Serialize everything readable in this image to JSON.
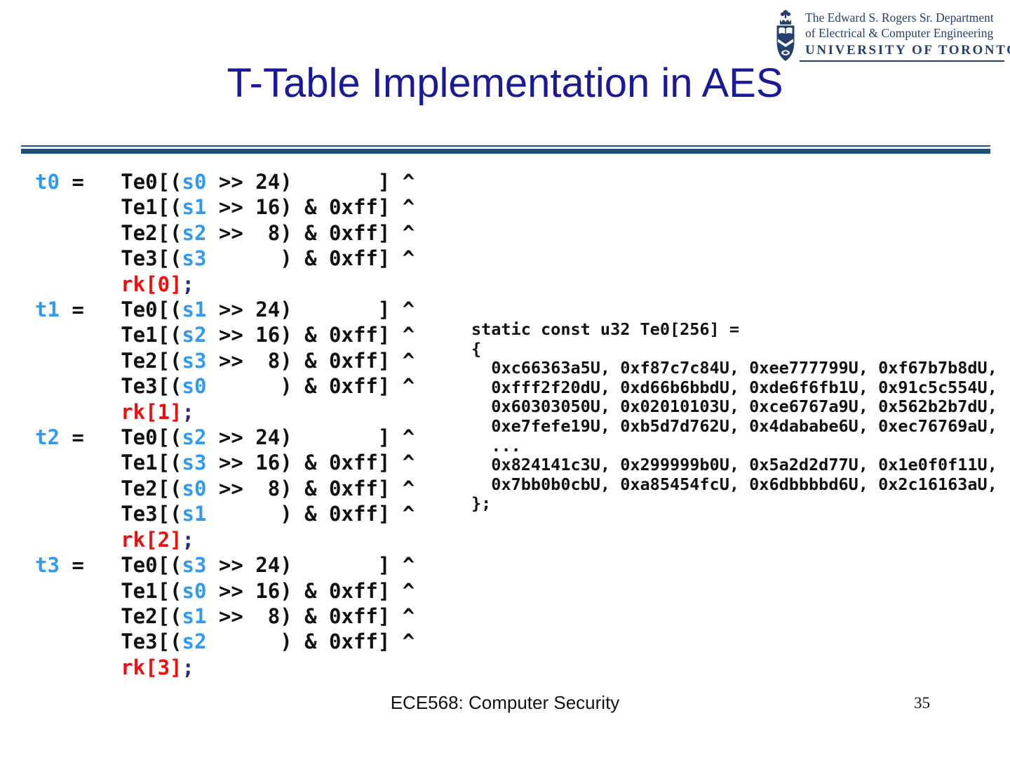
{
  "header": {
    "title": "T-Table Implementation in AES",
    "logo": {
      "dept_line1": "The Edward S. Rogers Sr. Department",
      "dept_line2": "of Electrical & Computer Engineering",
      "university": "UNIVERSITY OF TORONTO",
      "crest_icon": "uoft-coat-of-arms"
    }
  },
  "footer": {
    "course": "ECE568: Computer Security",
    "page_number": "35"
  },
  "colors": {
    "title_navy": "#1a1a99",
    "rule_navy": "#1f4e79",
    "logo_navy": "#26406e",
    "code_black": "#111111",
    "code_blue": "#2f9af0",
    "code_red": "#f10c0c",
    "code_semicolon": "#2a2a7e"
  },
  "code_left": {
    "lines": [
      [
        {
          "t": "t0",
          "c": "b"
        },
        {
          "t": " =   Te0[(",
          "c": "k"
        },
        {
          "t": "s0",
          "c": "b"
        },
        {
          "t": " >> 24)       ] ^",
          "c": "k"
        }
      ],
      [
        {
          "t": "       Te1[(",
          "c": "k"
        },
        {
          "t": "s1",
          "c": "b"
        },
        {
          "t": " >> 16) & 0xff] ^",
          "c": "k"
        }
      ],
      [
        {
          "t": "       Te2[(",
          "c": "k"
        },
        {
          "t": "s2",
          "c": "b"
        },
        {
          "t": " >>  8) & 0xff] ^",
          "c": "k"
        }
      ],
      [
        {
          "t": "       Te3[(",
          "c": "k"
        },
        {
          "t": "s3",
          "c": "b"
        },
        {
          "t": "      ) & 0xff] ^",
          "c": "k"
        }
      ],
      [
        {
          "t": "       ",
          "c": "k"
        },
        {
          "t": "rk[0]",
          "c": "r"
        },
        {
          "t": ";",
          "c": "d"
        }
      ],
      [
        {
          "t": "t1",
          "c": "b"
        },
        {
          "t": " =   Te0[(",
          "c": "k"
        },
        {
          "t": "s1",
          "c": "b"
        },
        {
          "t": " >> 24)       ] ^",
          "c": "k"
        }
      ],
      [
        {
          "t": "       Te1[(",
          "c": "k"
        },
        {
          "t": "s2",
          "c": "b"
        },
        {
          "t": " >> 16) & 0xff] ^",
          "c": "k"
        }
      ],
      [
        {
          "t": "       Te2[(",
          "c": "k"
        },
        {
          "t": "s3",
          "c": "b"
        },
        {
          "t": " >>  8) & 0xff] ^",
          "c": "k"
        }
      ],
      [
        {
          "t": "       Te3[(",
          "c": "k"
        },
        {
          "t": "s0",
          "c": "b"
        },
        {
          "t": "      ) & 0xff] ^",
          "c": "k"
        }
      ],
      [
        {
          "t": "       ",
          "c": "k"
        },
        {
          "t": "rk[1]",
          "c": "r"
        },
        {
          "t": ";",
          "c": "d"
        }
      ],
      [
        {
          "t": "t2",
          "c": "b"
        },
        {
          "t": " =   Te0[(",
          "c": "k"
        },
        {
          "t": "s2",
          "c": "b"
        },
        {
          "t": " >> 24)       ] ^",
          "c": "k"
        }
      ],
      [
        {
          "t": "       Te1[(",
          "c": "k"
        },
        {
          "t": "s3",
          "c": "b"
        },
        {
          "t": " >> 16) & 0xff] ^",
          "c": "k"
        }
      ],
      [
        {
          "t": "       Te2[(",
          "c": "k"
        },
        {
          "t": "s0",
          "c": "b"
        },
        {
          "t": " >>  8) & 0xff] ^",
          "c": "k"
        }
      ],
      [
        {
          "t": "       Te3[(",
          "c": "k"
        },
        {
          "t": "s1",
          "c": "b"
        },
        {
          "t": "      ) & 0xff] ^",
          "c": "k"
        }
      ],
      [
        {
          "t": "       ",
          "c": "k"
        },
        {
          "t": "rk[2]",
          "c": "r"
        },
        {
          "t": ";",
          "c": "d"
        }
      ],
      [
        {
          "t": "t3",
          "c": "b"
        },
        {
          "t": " =   Te0[(",
          "c": "k"
        },
        {
          "t": "s3",
          "c": "b"
        },
        {
          "t": " >> 24)       ] ^",
          "c": "k"
        }
      ],
      [
        {
          "t": "       Te1[(",
          "c": "k"
        },
        {
          "t": "s0",
          "c": "b"
        },
        {
          "t": " >> 16) & 0xff] ^",
          "c": "k"
        }
      ],
      [
        {
          "t": "       Te2[(",
          "c": "k"
        },
        {
          "t": "s1",
          "c": "b"
        },
        {
          "t": " >>  8) & 0xff] ^",
          "c": "k"
        }
      ],
      [
        {
          "t": "       Te3[(",
          "c": "k"
        },
        {
          "t": "s2",
          "c": "b"
        },
        {
          "t": "      ) & 0xff] ^",
          "c": "k"
        }
      ],
      [
        {
          "t": "       ",
          "c": "k"
        },
        {
          "t": "rk[3]",
          "c": "r"
        },
        {
          "t": ";",
          "c": "d"
        }
      ]
    ]
  },
  "code_right": {
    "lines": [
      "static const u32 Te0[256] =",
      "{",
      "  0xc66363a5U, 0xf87c7c84U, 0xee777799U, 0xf67b7b8dU,",
      "  0xfff2f20dU, 0xd66b6bbdU, 0xde6f6fb1U, 0x91c5c554U,",
      "  0x60303050U, 0x02010103U, 0xce6767a9U, 0x562b2b7dU,",
      "  0xe7fefe19U, 0xb5d7d762U, 0x4dababe6U, 0xec76769aU,",
      "  ...",
      "  0x824141c3U, 0x299999b0U, 0x5a2d2d77U, 0x1e0f0f11U,",
      "  0x7bb0b0cbU, 0xa85454fcU, 0x6dbbbbd6U, 0x2c16163aU,",
      "};"
    ]
  }
}
